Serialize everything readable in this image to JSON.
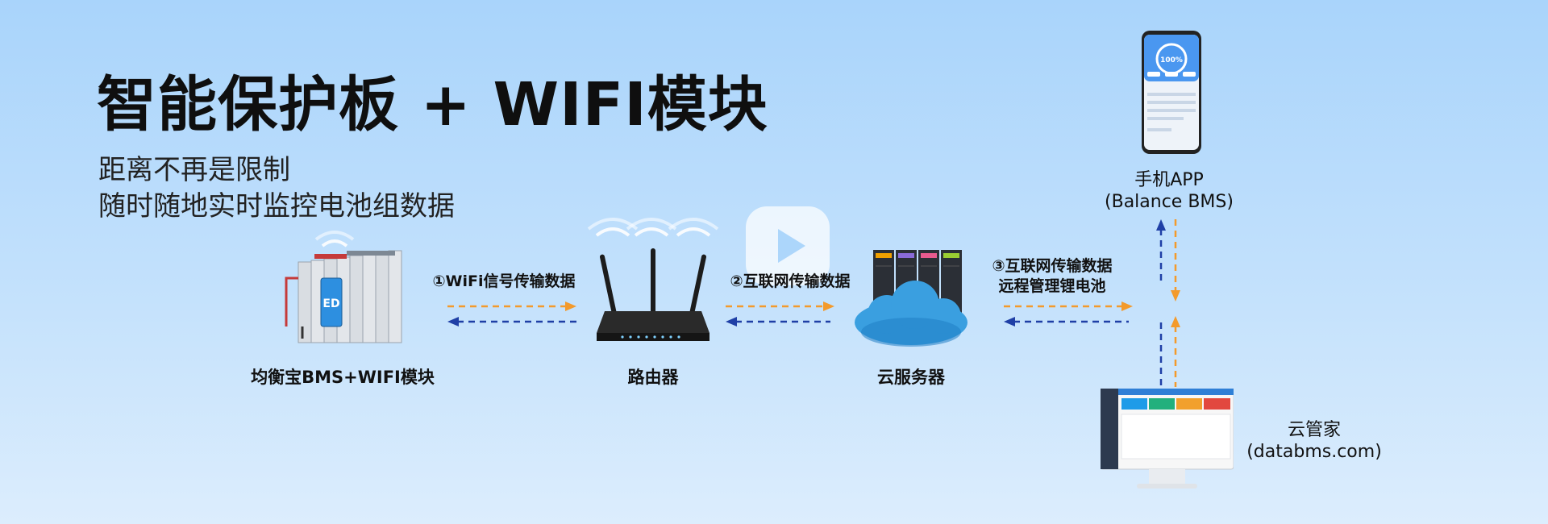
{
  "title": "智能保护板 + WIFI模块",
  "subtitle": {
    "line1": "距离不再是限制",
    "line2": "随时随地实时监控电池组数据"
  },
  "nodes": {
    "bms": {
      "label": "均衡宝BMS+WIFI模块"
    },
    "router": {
      "label": "路由器"
    },
    "cloud_server": {
      "label": "云服务器"
    },
    "mobile_app": {
      "label": "手机APP",
      "sublabel": "(Balance BMS)"
    },
    "cloud_manager": {
      "label": "云管家",
      "sublabel": "(databms.com)"
    }
  },
  "links": {
    "link1": {
      "label": "①WiFi信号传输数据"
    },
    "link2": {
      "label": "②互联网传输数据"
    },
    "link3": {
      "line1": "③互联网传输数据",
      "line2": "远程管理锂电池"
    }
  },
  "phone_screen": {
    "gauge_value": "100%"
  },
  "colors": {
    "orange_arrow": "#f39a2b",
    "blue_arrow": "#1f3fa6",
    "wifi": "#ffffff",
    "cloud": "#3a9fe0"
  }
}
